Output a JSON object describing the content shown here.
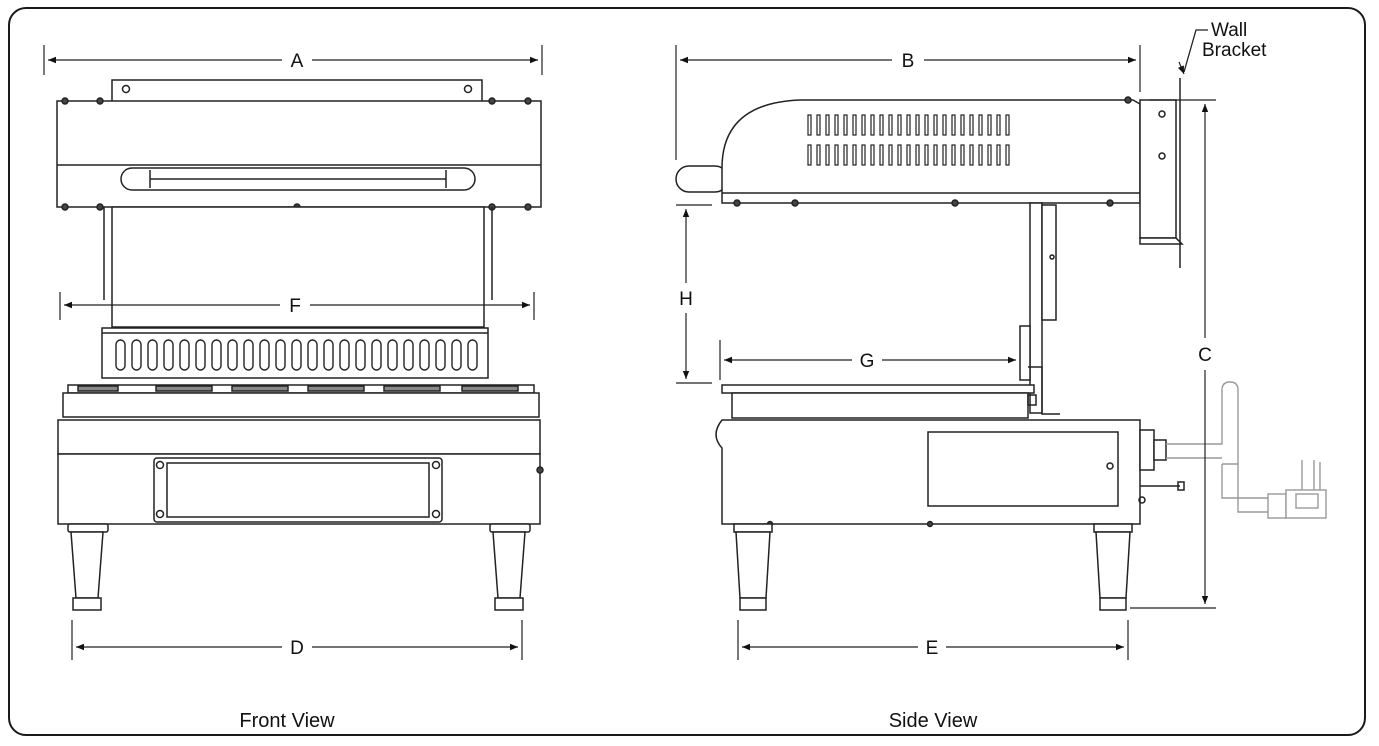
{
  "views": {
    "front": {
      "caption": "Front View"
    },
    "side": {
      "caption": "Side View"
    }
  },
  "dimensions": {
    "A": "A",
    "B": "B",
    "C": "C",
    "D": "D",
    "E": "E",
    "F": "F",
    "G": "G",
    "H": "H"
  },
  "callouts": {
    "wall_bracket_line1": "Wall",
    "wall_bracket_line2": "Bracket"
  }
}
